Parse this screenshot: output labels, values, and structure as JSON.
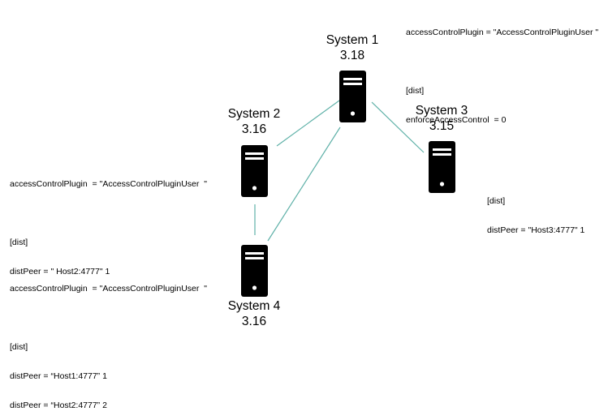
{
  "diagram": {
    "link_color": "#5fb1a8",
    "server_color": "#000000",
    "nodes": [
      {
        "name": "System 1",
        "version": "3.18",
        "icon": "server-tower-icon"
      },
      {
        "name": "System 2",
        "version": "3.16",
        "icon": "server-tower-icon"
      },
      {
        "name": "System 3",
        "version": "3.15",
        "icon": "server-tower-icon"
      },
      {
        "name": "System 4",
        "version": "3.16",
        "icon": "server-tower-icon"
      }
    ],
    "configs": {
      "system1": {
        "line1": "accessControlPlugin = \"AccessControlPluginUser \"",
        "line2": "[dist]",
        "line3": "enforceAccessControl  = 0"
      },
      "system2": {
        "line1": "accessControlPlugin  = \"AccessControlPluginUser  \"",
        "line2": "[dist]",
        "line3": "distPeer = \" Host2:4777\" 1"
      },
      "system3": {
        "line1": "[dist]",
        "line2": "distPeer = \"Host3:4777\" 1"
      },
      "system4": {
        "line1": "accessControlPlugin  = \"AccessControlPluginUser  \"",
        "line2": "[dist]",
        "line3": "distPeer = “Host1:4777” 1",
        "line4": "distPeer = “Host2:4777” 2"
      }
    }
  }
}
